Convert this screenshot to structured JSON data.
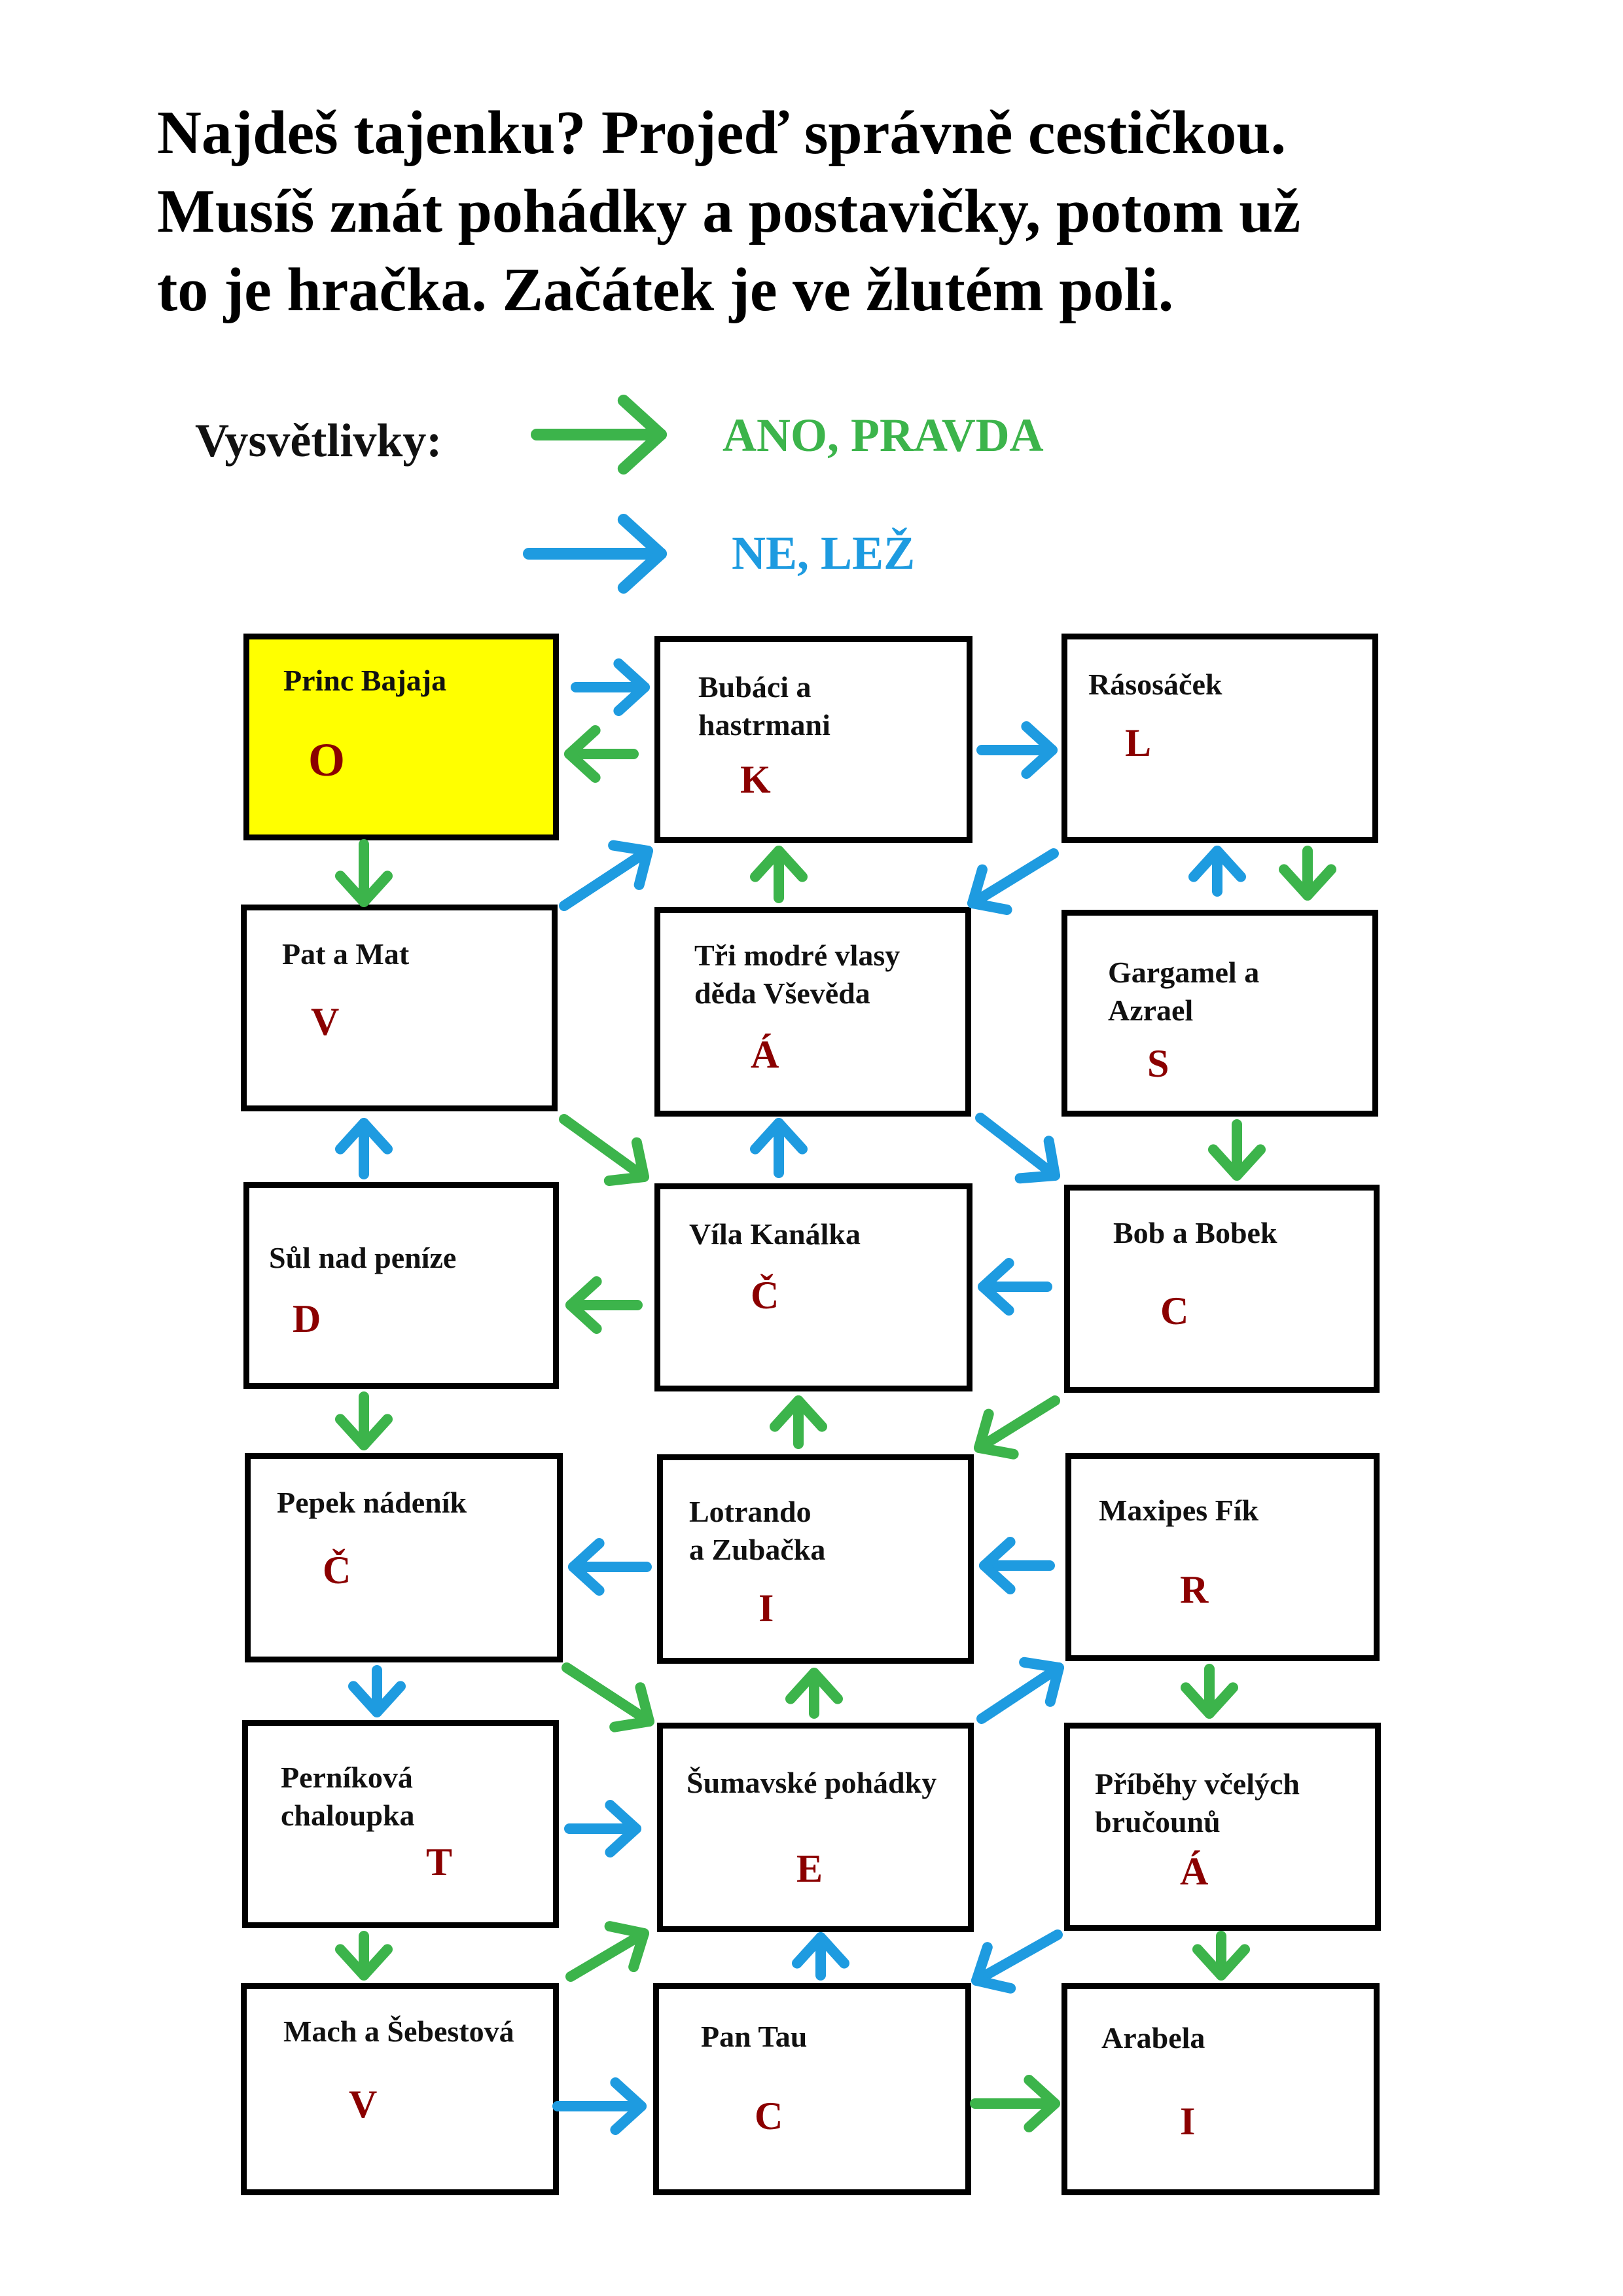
{
  "heading": {
    "line1": "Najdeš tajenku? Projeď správně cestičkou.",
    "line2": "Musíš znát pohádky a postavičky, potom už",
    "line3": "to je hračka. Začátek je ve žlutém poli."
  },
  "legend": {
    "label": "Vysvětlivky:",
    "items": [
      {
        "text": "ANO, PRAVDA",
        "color": "#3cb44b",
        "arrow_icon": "green-arrow-icon"
      },
      {
        "text": "NE, LEŽ",
        "color": "#1e9be0",
        "arrow_icon": "blue-arrow-icon"
      }
    ]
  },
  "colors": {
    "yes_green": "#3cb44b",
    "no_blue": "#1e9be0",
    "letter": "#8b0000",
    "start_fill": "#ffff00"
  },
  "boxes": {
    "r1c1": {
      "title": "Princ Bajaja",
      "letter": "O"
    },
    "r1c2": {
      "title": "Bubáci a\nhastrmani",
      "letter": "K"
    },
    "r1c3": {
      "title": "Rásosáček",
      "letter": "L"
    },
    "r2c1": {
      "title": "Pat a Mat",
      "letter": "V"
    },
    "r2c2": {
      "title": "Tři modré vlasy\nděda Vševěda",
      "letter": "Á"
    },
    "r2c3": {
      "title": "Gargamel a\nAzrael",
      "letter": "S"
    },
    "r3c1": {
      "title": "Sůl nad peníze",
      "letter": "D"
    },
    "r3c2": {
      "title": "Víla Kanálka",
      "letter": "Č"
    },
    "r3c3": {
      "title": "Bob a Bobek",
      "letter": "C"
    },
    "r4c1": {
      "title": "Pepek nádeník",
      "letter": "Č"
    },
    "r4c2": {
      "title": "Lotrando\na Zubačka",
      "letter": "I"
    },
    "r4c3": {
      "title": "Maxipes Fík",
      "letter": "R"
    },
    "r5c1": {
      "title": "Perníková\nchaloupka",
      "letter": "T"
    },
    "r5c2": {
      "title": "Šumavské pohádky",
      "letter": "E"
    },
    "r5c3": {
      "title": "Příběhy včelých\nbručounů",
      "letter": "Á"
    },
    "r6c1": {
      "title": "Mach a Šebestová",
      "letter": "V"
    },
    "r6c2": {
      "title": "Pan Tau",
      "letter": "C"
    },
    "r6c3": {
      "title": "Arabela",
      "letter": "I"
    }
  }
}
